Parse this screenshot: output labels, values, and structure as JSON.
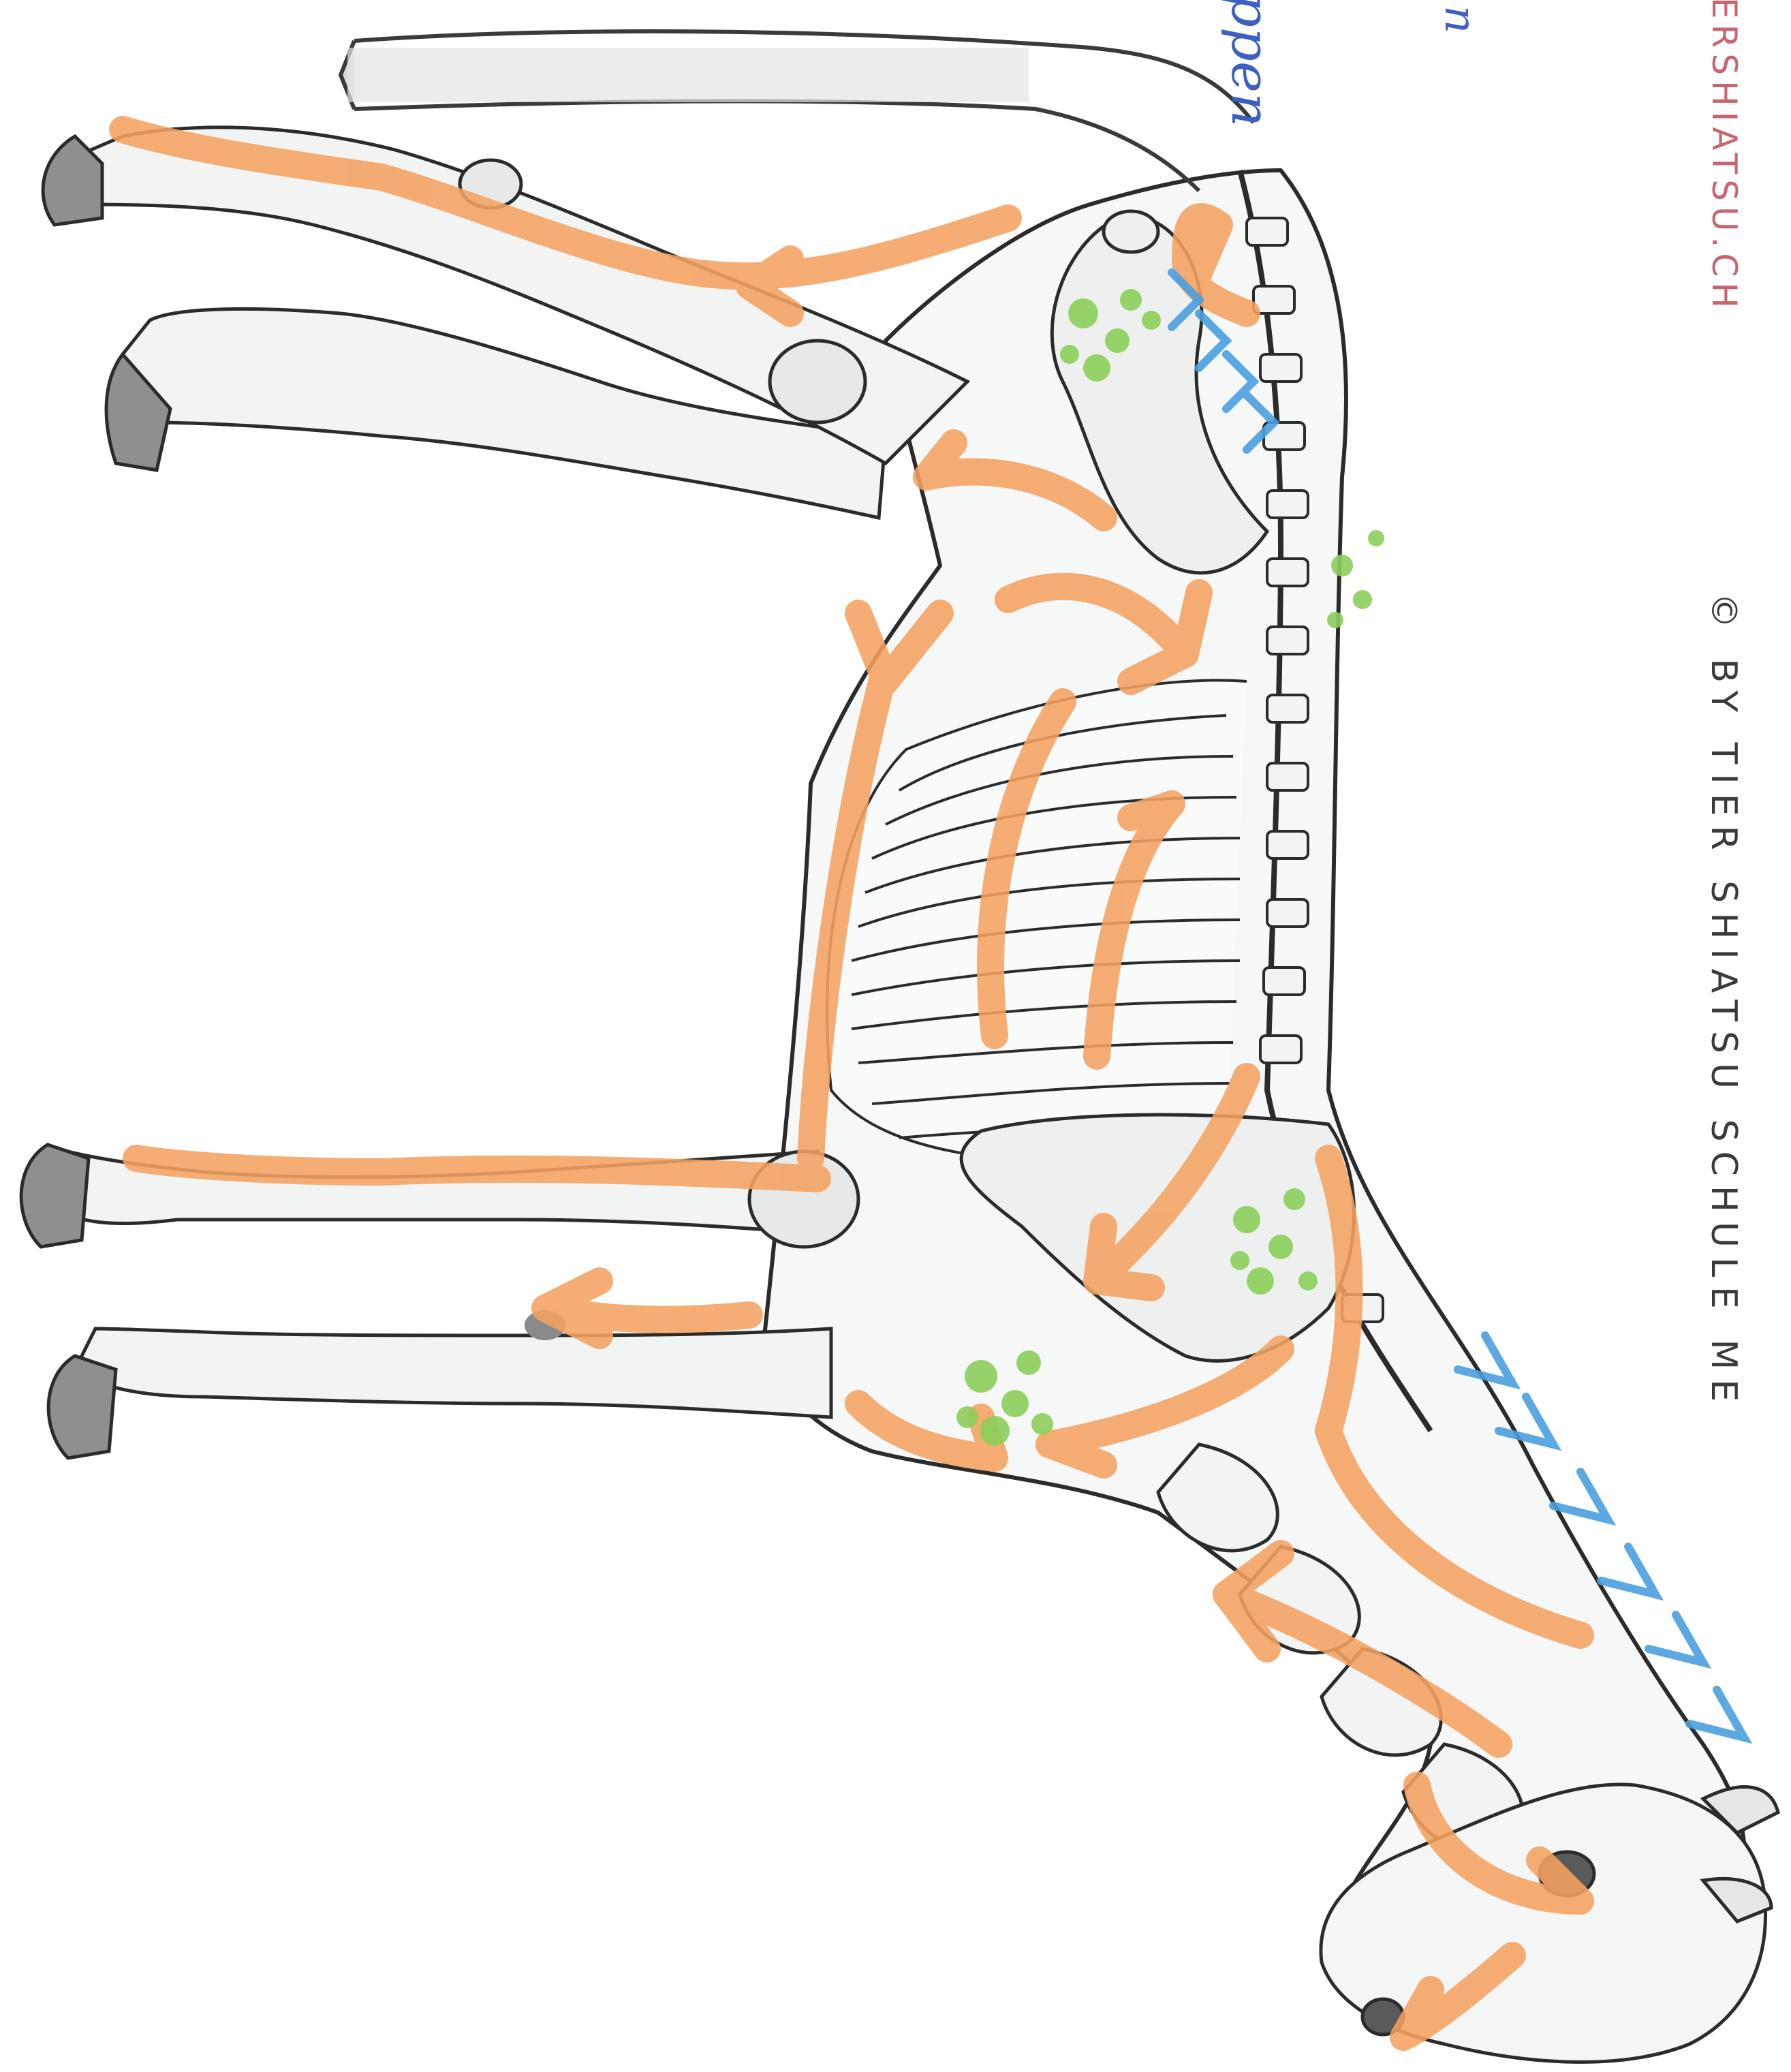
{
  "watermark": {
    "url": "ERSHIATSU.CH",
    "copyright": "© BY TIER SHIATSU SCHULE ME"
  },
  "handwriting": {
    "note_1": "ppen",
    "note_2": "n"
  },
  "colors": {
    "outline": "#2b2b2b",
    "bone_fill": "#f2f4f3",
    "meridian_orange": "#f4a261",
    "accent_green": "#8ccf5a",
    "accent_blue": "#4a9fe0",
    "watermark_red": "#c8646f"
  }
}
